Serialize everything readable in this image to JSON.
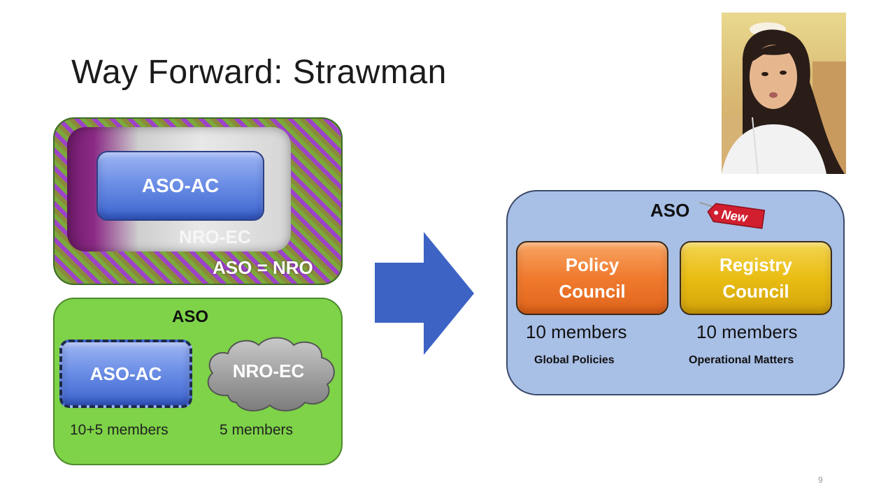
{
  "slide": {
    "title": "Way Forward: Strawman",
    "page_number": "9"
  },
  "current_model": {
    "inner_label": "ASO-AC",
    "middle_label": "NRO-EC",
    "outer_label": "ASO = NRO"
  },
  "transition_model": {
    "title": "ASO",
    "left_component": "ASO-AC",
    "right_component": "NRO-EC",
    "left_members": "10+5 members",
    "right_members": "5 members"
  },
  "proposed_model": {
    "title": "ASO",
    "badge": "New",
    "councils": [
      {
        "line1": "Policy",
        "line2": "Council",
        "members": "10 members",
        "scope": "Global Policies"
      },
      {
        "line1": "Registry",
        "line2": "Council",
        "members": "10 members",
        "scope": "Operational Matters"
      }
    ]
  },
  "colors": {
    "green_box": "#7ed348",
    "blue_box": "#a8bfe6",
    "arrow": "#3d63c4",
    "policy": "#f07a2e",
    "registry": "#e9bd12",
    "new_tag": "#d11f2f"
  }
}
